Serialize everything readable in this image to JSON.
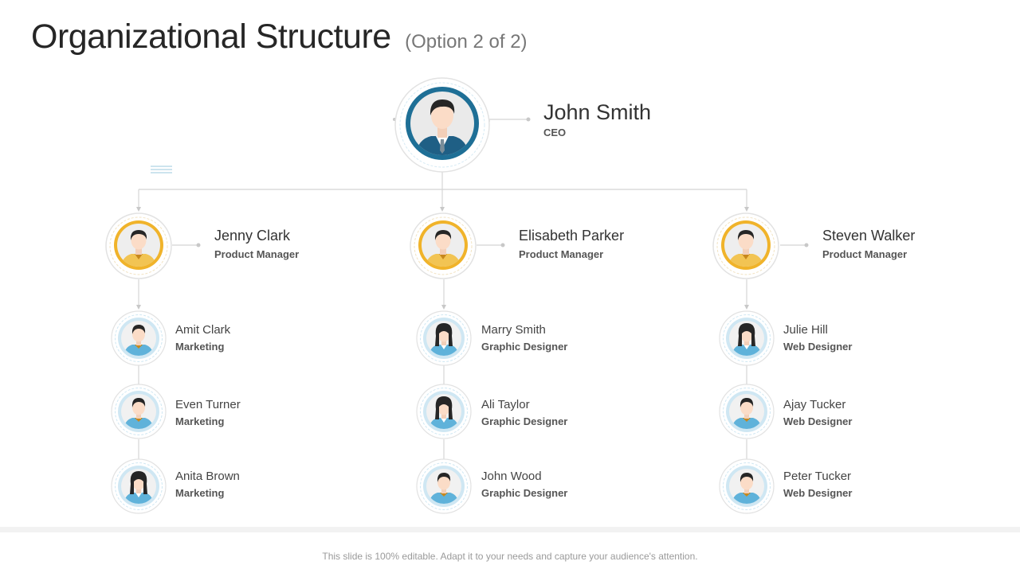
{
  "slide": {
    "title": "Organizational Structure",
    "subtitle": "(Option 2 of 2)",
    "footer": "This slide is 100% editable. Adapt it to your needs and capture your audience's attention."
  },
  "colors": {
    "ceo_ring": "#1e6f96",
    "manager_ring": "#f0b32a",
    "employee_ring": "#cfe7f3",
    "line": "#d4d4d4"
  },
  "ceo": {
    "name": "John Smith",
    "role": "CEO"
  },
  "managers": [
    {
      "name": "Jenny Clark",
      "role": "Product Manager"
    },
    {
      "name": "Elisabeth Parker",
      "role": "Product Manager"
    },
    {
      "name": "Steven Walker",
      "role": "Product Manager"
    }
  ],
  "teams": [
    [
      {
        "name": "Amit Clark",
        "role": "Marketing",
        "gender": "male"
      },
      {
        "name": "Even Turner",
        "role": "Marketing",
        "gender": "male"
      },
      {
        "name": "Anita Brown",
        "role": "Marketing",
        "gender": "female"
      }
    ],
    [
      {
        "name": "Marry Smith",
        "role": "Graphic Designer",
        "gender": "female"
      },
      {
        "name": "Ali Taylor",
        "role": "Graphic Designer",
        "gender": "female"
      },
      {
        "name": "John Wood",
        "role": "Graphic Designer",
        "gender": "male"
      }
    ],
    [
      {
        "name": "Julie Hill",
        "role": "Web Designer",
        "gender": "female"
      },
      {
        "name": "Ajay Tucker",
        "role": "Web Designer",
        "gender": "male"
      },
      {
        "name": "Peter Tucker",
        "role": "Web Designer",
        "gender": "male"
      }
    ]
  ]
}
